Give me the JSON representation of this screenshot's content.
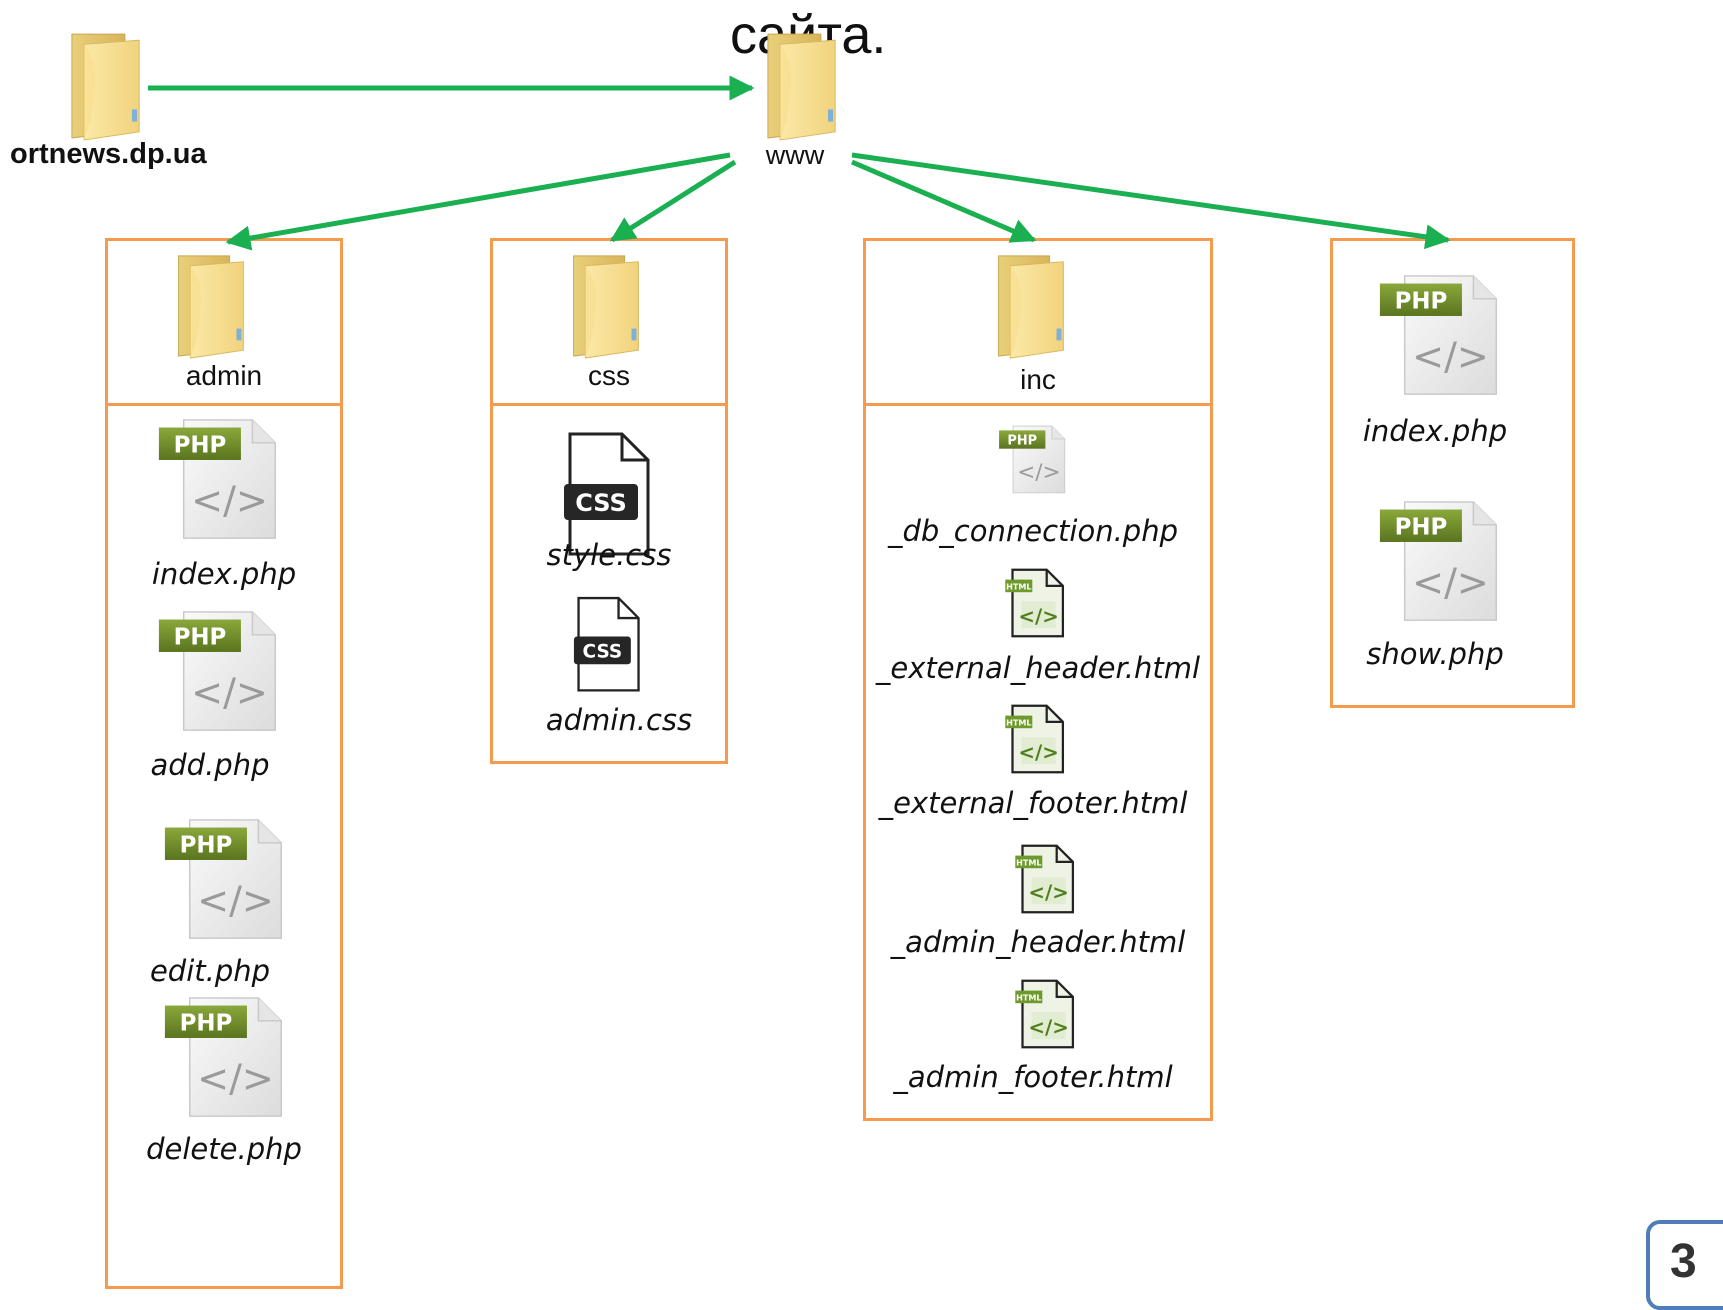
{
  "title": "сайта.",
  "root": {
    "label": "ortnews.dp.ua",
    "icon": "folder-icon"
  },
  "www": {
    "label": "www",
    "icon": "folder-icon"
  },
  "arrow_color": "#1aaf50",
  "box_border_color": "#f59b4f",
  "folders": [
    {
      "label": "admin",
      "icon": "folder-icon",
      "files": [
        {
          "name": "index.php",
          "icon": "php-file-icon"
        },
        {
          "name": "add.php",
          "icon": "php-file-icon"
        },
        {
          "name": "edit.php",
          "icon": "php-file-icon"
        },
        {
          "name": "delete.php",
          "icon": "php-file-icon"
        }
      ]
    },
    {
      "label": "css",
      "icon": "folder-icon",
      "files": [
        {
          "name": "style.css",
          "icon": "css-file-icon"
        },
        {
          "name": "admin.css",
          "icon": "css-file-icon"
        }
      ]
    },
    {
      "label": "inc",
      "icon": "folder-icon",
      "files": [
        {
          "name": "_db_connection.php",
          "icon": "php-file-icon"
        },
        {
          "name": "_external_header.html",
          "icon": "html-file-icon"
        },
        {
          "name": "_external_footer.html",
          "icon": "html-file-icon"
        },
        {
          "name": "_admin_header.html",
          "icon": "html-file-icon"
        },
        {
          "name": "_admin_footer.html",
          "icon": "html-file-icon"
        }
      ]
    }
  ],
  "root_files": [
    {
      "name": "index.php",
      "icon": "php-file-icon"
    },
    {
      "name": "show.php",
      "icon": "php-file-icon"
    }
  ],
  "icon_text": {
    "php": "PHP",
    "css": "CSS",
    "html": "HTML",
    "code": "</>"
  },
  "page_number": "3"
}
